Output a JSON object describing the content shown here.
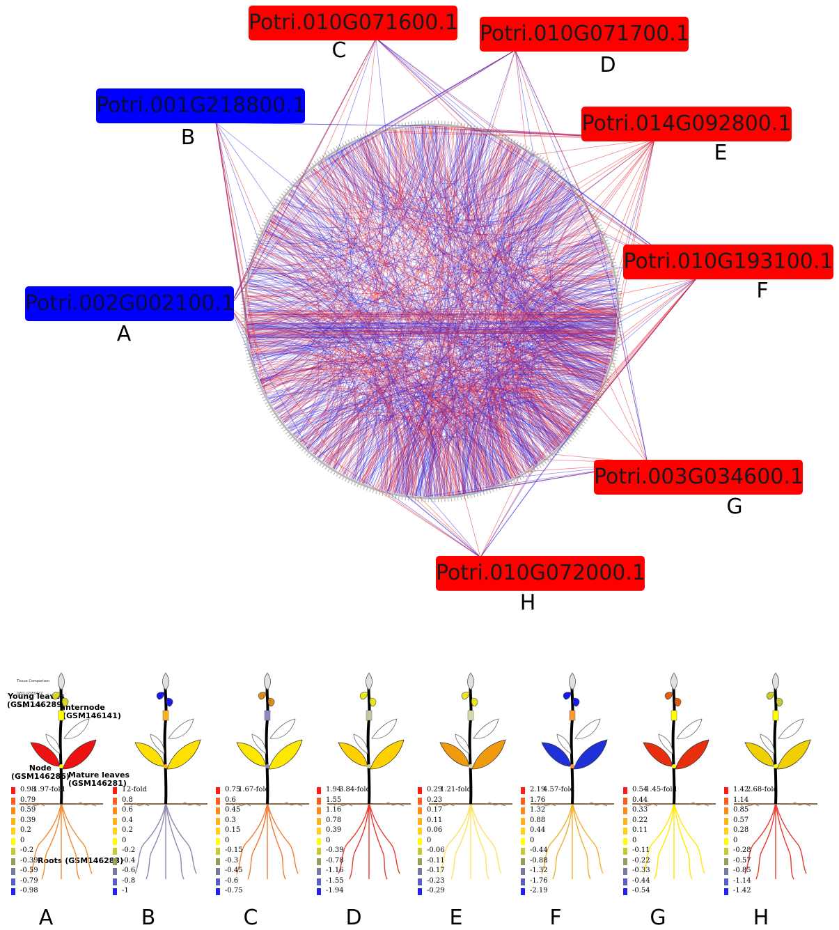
{
  "network": {
    "genes": [
      {
        "id": "A",
        "name": "Potri.002G002100.1",
        "letter": "A",
        "color": "blue"
      },
      {
        "id": "B",
        "name": "Potri.001G218800.1",
        "letter": "B",
        "color": "blue"
      },
      {
        "id": "C",
        "name": "Potri.010G071600.1",
        "letter": "C",
        "color": "red"
      },
      {
        "id": "D",
        "name": "Potri.010G071700.1",
        "letter": "D",
        "color": "red"
      },
      {
        "id": "E",
        "name": "Potri.014G092800.1",
        "letter": "E",
        "color": "red"
      },
      {
        "id": "F",
        "name": "Potri.010G193100.1",
        "letter": "F",
        "color": "red"
      },
      {
        "id": "G",
        "name": "Potri.003G034600.1",
        "letter": "G",
        "color": "red"
      },
      {
        "id": "H",
        "name": "Potri.010G072000.1",
        "letter": "H",
        "color": "red"
      }
    ],
    "edge_colors": {
      "positive": "#e8202a",
      "negative": "#2a2ae8"
    }
  },
  "efp": {
    "caption_lines": [
      "Tissue Comparison",
      "GEO: GSE6422",
      "Yangari al 2008"
    ],
    "tissue_labels": {
      "young": "Young leaves\n(GSM146289)",
      "internode": "Internode\n(GSM146141)",
      "node": "Node\n(GSM146286)",
      "mature": "Mature leaves\n(GSM146281)",
      "roots": "Roots (GSM146283)"
    },
    "legend_colors": [
      "#ff1a1a",
      "#ff5a1a",
      "#ff8a1a",
      "#ffb21a",
      "#ffd21a",
      "#ffff00",
      "#c8c830",
      "#9a9a60",
      "#7878a0",
      "#5a5ac8",
      "#2020f0"
    ],
    "panels": [
      {
        "letter": "A",
        "fold": "1.97-fold",
        "values": [
          "0.98",
          "0.79",
          "0.59",
          "0.39",
          "0.2",
          "0",
          "-0.2",
          "-0.39",
          "-0.59",
          "-0.79",
          "-0.98"
        ],
        "colors": {
          "young_top": "#e0e0e0",
          "young": "#d8d820",
          "internode": "#ffff00",
          "upper": "#ffffff",
          "node_leaves": "#ee1111",
          "roots": "#f08a30"
        }
      },
      {
        "letter": "B",
        "fold": "2-fold",
        "values": [
          "1",
          "0.8",
          "0.6",
          "0.4",
          "0.2",
          "0",
          "-0.2",
          "-0.4",
          "-0.6",
          "-0.8",
          "-1"
        ],
        "colors": {
          "young_top": "#e0e0e0",
          "young": "#1a1aee",
          "internode": "#ffb21a",
          "upper": "#ffffff",
          "node_leaves": "#ffe000",
          "roots": "#8a8ab0"
        }
      },
      {
        "letter": "C",
        "fold": "1.67-fold",
        "values": [
          "0.75",
          "0.6",
          "0.45",
          "0.3",
          "0.15",
          "0",
          "-0.15",
          "-0.3",
          "-0.45",
          "-0.6",
          "-0.75"
        ],
        "colors": {
          "young_top": "#e0e0e0",
          "young": "#d88a1a",
          "internode": "#8a8ac8",
          "upper": "#ffffff",
          "node_leaves": "#ffe800",
          "roots": "#f07a30"
        }
      },
      {
        "letter": "D",
        "fold": "3.84-fold",
        "values": [
          "1.94",
          "1.55",
          "1.16",
          "0.78",
          "0.39",
          "0",
          "-0.39",
          "-0.78",
          "-1.16",
          "-1.55",
          "-1.94"
        ],
        "colors": {
          "young_top": "#e0e0e0",
          "young": "#e8e820",
          "internode": "#c8c8a0",
          "upper": "#ffffff",
          "node_leaves": "#ffd000",
          "roots": "#e83a30"
        }
      },
      {
        "letter": "E",
        "fold": "1.21-fold",
        "values": [
          "0.29",
          "0.23",
          "0.17",
          "0.11",
          "0.06",
          "0",
          "-0.06",
          "-0.11",
          "-0.17",
          "-0.23",
          "-0.29"
        ],
        "colors": {
          "young_top": "#e0e0e0",
          "young": "#e8e820",
          "internode": "#d8d8b0",
          "upper": "#ffffff",
          "node_leaves": "#f09a10",
          "roots": "#ffe060"
        }
      },
      {
        "letter": "F",
        "fold": "4.57-fold",
        "values": [
          "2.19",
          "1.76",
          "1.32",
          "0.88",
          "0.44",
          "0",
          "-0.44",
          "-0.88",
          "-1.32",
          "-1.76",
          "-2.19"
        ],
        "colors": {
          "young_top": "#e0e0e0",
          "young": "#1a1aee",
          "internode": "#ff9a30",
          "upper": "#ffffff",
          "node_leaves": "#2030d8",
          "roots": "#f0b030"
        }
      },
      {
        "letter": "G",
        "fold": "1.45-fold",
        "values": [
          "0.54",
          "0.44",
          "0.33",
          "0.22",
          "0.11",
          "0",
          "-0.11",
          "-0.22",
          "-0.33",
          "-0.44",
          "-0.54"
        ],
        "colors": {
          "young_top": "#e0e0e0",
          "young": "#e06010",
          "internode": "#ffff00",
          "upper": "#ffffff",
          "node_leaves": "#e83010",
          "roots": "#ffe800"
        }
      },
      {
        "letter": "H",
        "fold": "2.68-fold",
        "values": [
          "1.42",
          "1.14",
          "0.85",
          "0.57",
          "0.28",
          "0",
          "-0.28",
          "-0.57",
          "-0.85",
          "-1.14",
          "-1.42"
        ],
        "colors": {
          "young_top": "#e0e0e0",
          "young": "#c8c830",
          "internode": "#ffff00",
          "upper": "#ffffff",
          "node_leaves": "#f0d000",
          "roots": "#e83a30"
        }
      }
    ]
  }
}
